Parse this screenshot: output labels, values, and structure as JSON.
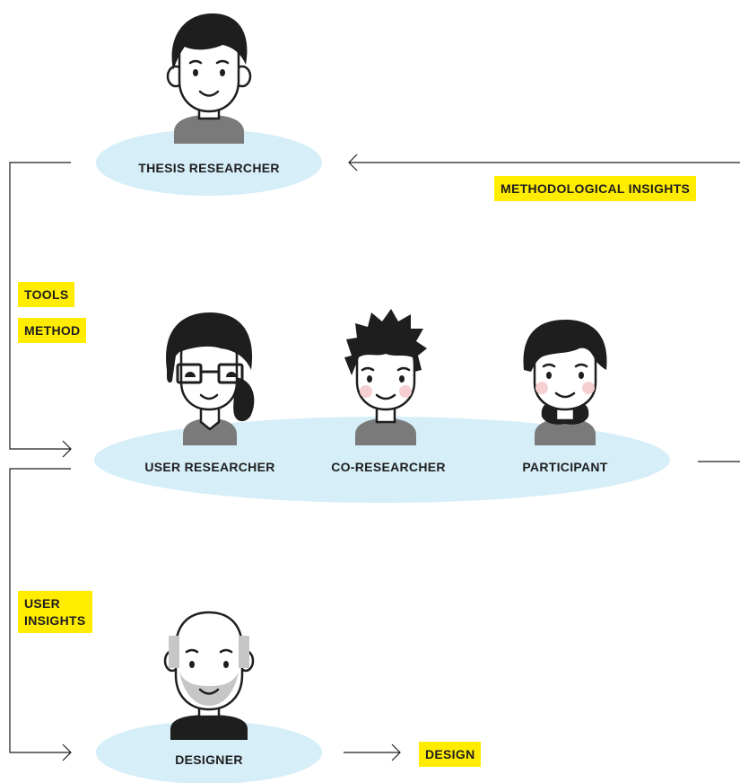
{
  "colors": {
    "ellipse_fill": "#d6eef8",
    "highlight": "#ffec00",
    "shirt": "#7a7a7a",
    "line": "#1e1e1e",
    "blush": "#f6cfd3"
  },
  "people": {
    "thesis_researcher": {
      "label": "THESIS RESEARCHER",
      "icon": "man-short-hair-icon"
    },
    "user_researcher": {
      "label": "USER RESEARCHER",
      "icon": "woman-glasses-ponytail-icon"
    },
    "co_researcher": {
      "label": "CO-RESEARCHER",
      "icon": "boy-spiky-hair-icon"
    },
    "participant": {
      "label": "PARTICIPANT",
      "icon": "girl-bob-hair-icon"
    },
    "designer": {
      "label": "DESIGNER",
      "icon": "bald-bearded-man-icon"
    }
  },
  "tags": {
    "methodological_insights": "METHODOLOGICAL INSIGHTS",
    "tools": "TOOLS",
    "method": "METHOD",
    "user_insights_line1": "USER",
    "user_insights_line2": "INSIGHTS",
    "design": "DESIGN"
  }
}
